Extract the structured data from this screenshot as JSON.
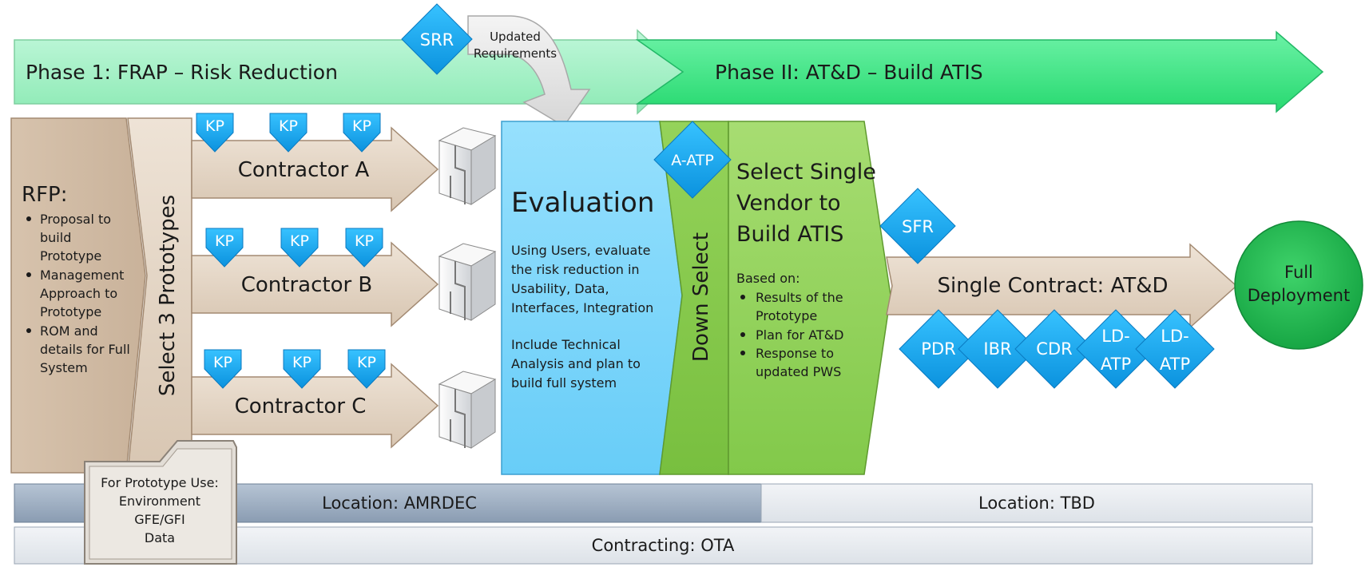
{
  "phases": {
    "phase1": "Phase 1: FRAP – Risk Reduction",
    "phase2": "Phase II: AT&D – Build ATIS"
  },
  "milestones": {
    "srr": "SRR",
    "updated_requirements": [
      "Updated",
      "Requirements"
    ],
    "a_atp": "A-ATP",
    "sfr": "SFR",
    "kp": "KP",
    "post_contract": [
      "PDR",
      "IBR",
      "CDR",
      [
        "LD-",
        "ATP"
      ],
      [
        "LD-",
        "ATP"
      ]
    ]
  },
  "rfp": {
    "title": "RFP:",
    "bullets": [
      [
        "Proposal to",
        "build",
        "Prototype"
      ],
      [
        "Management",
        "Approach to",
        "Prototype"
      ],
      [
        "ROM and",
        "details for Full",
        "System"
      ]
    ]
  },
  "select_prototypes": "Select 3 Prototypes",
  "contractors": [
    "Contractor A",
    "Contractor B",
    "Contractor C"
  ],
  "evaluation": {
    "title": "Evaluation",
    "text1": [
      "Using Users, evaluate",
      "the risk reduction in",
      "Usability, Data,",
      "Interfaces, Integration"
    ],
    "text2": [
      "Include Technical",
      "Analysis and plan to",
      "build full system"
    ]
  },
  "down_select": "Down Select",
  "select_vendor": {
    "title": [
      "Select Single",
      "Vendor to",
      "Build ATIS"
    ],
    "based_on": "Based on:",
    "bullets": [
      [
        "Results of the",
        "Prototype"
      ],
      [
        "Plan for AT&D"
      ],
      [
        "Response to",
        "updated PWS"
      ]
    ]
  },
  "single_contract": "Single Contract: AT&D",
  "full_deployment": [
    "Full",
    "Deployment"
  ],
  "locations": {
    "amrdec": "Location: AMRDEC",
    "tbd": "Location: TBD"
  },
  "contracting": "Contracting: OTA",
  "prototype_note": [
    "For Prototype Use:",
    "Environment",
    "GFE/GFI",
    "Data"
  ],
  "colors": {
    "phase1": "#a8f0c8",
    "phase2": "#3ee88a",
    "tan": "#e4d6c6",
    "diamond": "#1aa8ee",
    "evaluation": "#7fd6fb",
    "green": "#8fd155",
    "deployment": "#22b84f"
  }
}
